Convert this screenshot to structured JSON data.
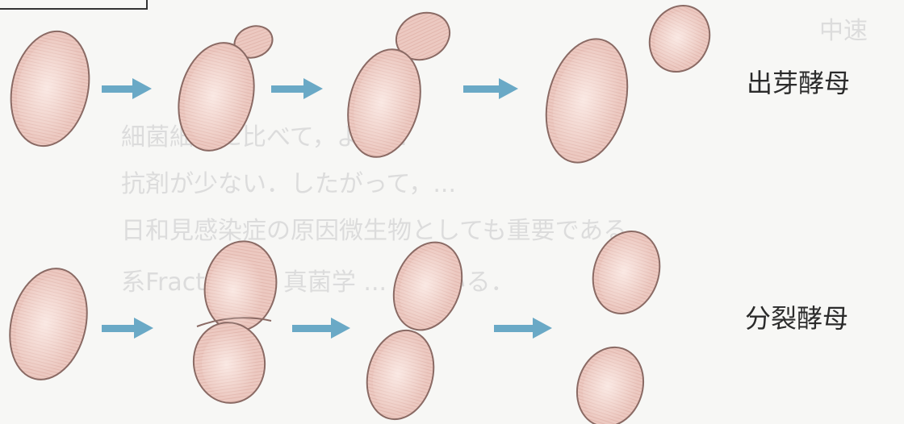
{
  "rows": {
    "budding": {
      "label": "出芽酵母"
    },
    "fission": {
      "label": "分裂酵母"
    }
  },
  "colors": {
    "cell_fill": "#eac7bf",
    "cell_stroke": "#8a6a64",
    "arrow": "#6aa9c6",
    "background": "#f7f7f5",
    "bleed_text": "#dcdcdc"
  },
  "bleed_through_text": [
    "中速",
    "細菌細胞に比べて，より...",
    "抗剤が少ない．したがって，...",
    "日和見感染症の原因微生物としても重要である．",
    "系Fracture ... 真菌学 ... している．"
  ]
}
